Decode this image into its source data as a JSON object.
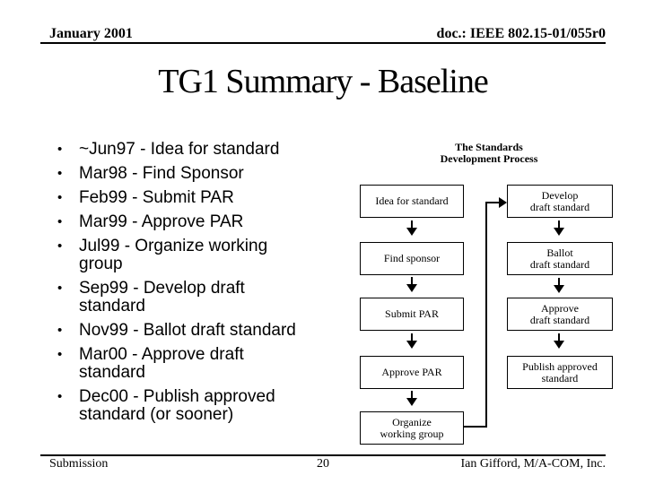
{
  "header": {
    "date": "January 2001",
    "doc": "doc.: IEEE 802.15-01/055r0"
  },
  "title": "TG1 Summary - Baseline",
  "bullets": [
    "~Jun97 - Idea for standard",
    "Mar98 - Find Sponsor",
    "Feb99 - Submit PAR",
    "Mar99 - Approve PAR",
    "Jul99 - Organize working\ngroup",
    "Sep99 - Develop draft\nstandard",
    "Nov99 - Ballot draft standard",
    "Mar00 - Approve draft\nstandard",
    "Dec00 - Publish approved\nstandard (or sooner)"
  ],
  "bullet_char": "•",
  "diagram": {
    "title": "The Standards\nDevelopment Process",
    "left": [
      "Idea for standard",
      "Find sponsor",
      "Submit PAR",
      "Approve PAR",
      "Organize\nworking group"
    ],
    "right": [
      "Develop\ndraft standard",
      "Ballot\ndraft standard",
      "Approve\ndraft standard",
      "Publish approved\nstandard"
    ]
  },
  "footer": {
    "left": "Submission",
    "page": "20",
    "right": "Ian Gifford, M/A-COM, Inc."
  },
  "colors": {
    "background": "#ffffff",
    "text": "#000000",
    "line": "#000000"
  }
}
